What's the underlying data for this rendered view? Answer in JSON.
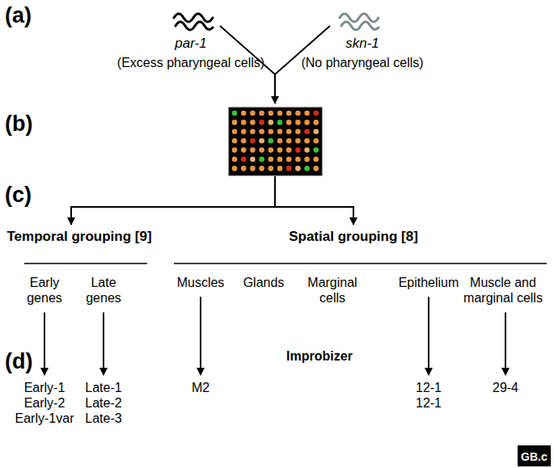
{
  "diagram": {
    "nodes": [
      {
        "text": [
          "par-1",
          "(Excess pharyngeal cells)"
        ]
      },
      {
        "text": [
          "skn-1",
          "(No pharyngeal cells)"
        ]
      },
      {
        "text": [
          "Temporal grouping [9]"
        ]
      },
      {
        "text": [
          "Spatial grouping [8]"
        ]
      },
      {
        "text": [
          "Early genes"
        ]
      },
      {
        "text": [
          "Late genes"
        ]
      },
      {
        "text": [
          "Muscles"
        ]
      },
      {
        "text": [
          "Glands"
        ]
      },
      {
        "text": [
          "Marginal cells"
        ]
      },
      {
        "text": [
          "Epithelium"
        ]
      },
      {
        "text": [
          "Muscle and marginal cells"
        ]
      },
      {
        "text": [
          "Early-1",
          "Early-2",
          "Early-1var"
        ]
      },
      {
        "text": [
          "Late-1",
          "Late-2",
          "Late-3"
        ]
      },
      {
        "text": [
          "M2"
        ]
      },
      {
        "text": [
          "12-1",
          "12-1"
        ]
      },
      {
        "text": [
          "29-4"
        ]
      }
    ],
    "edges": [
      {
        "from": 4,
        "to": 11,
        "arrow": "to"
      },
      {
        "from": 5,
        "to": 12,
        "arrow": "to"
      },
      {
        "from": 6,
        "to": 13,
        "arrow": "to"
      },
      {
        "from": 9,
        "to": 14,
        "arrow": "to"
      },
      {
        "from": 10,
        "to": 15,
        "arrow": "to"
      }
    ],
    "labels": [
      "(a)",
      "(b)",
      "(c)",
      "(d)",
      "Improbizer",
      "GB.c"
    ]
  }
}
